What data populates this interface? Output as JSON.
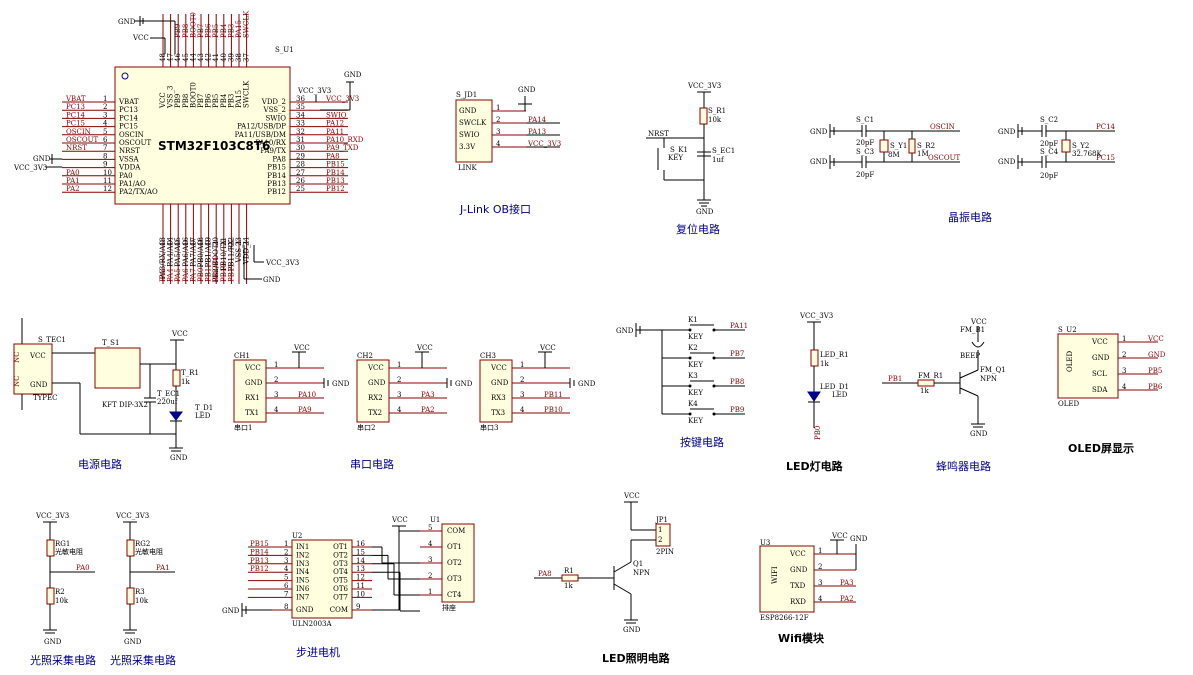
{
  "mcu": {
    "ref": "S_U1",
    "part": "STM32F103C8T6",
    "left_pins": [
      {
        "num": "1",
        "name": "VBAT",
        "net": "VBAT"
      },
      {
        "num": "2",
        "name": "PC13",
        "net": "PC13"
      },
      {
        "num": "3",
        "name": "PC14",
        "net": "PC14"
      },
      {
        "num": "4",
        "name": "PC15",
        "net": "PC15"
      },
      {
        "num": "5",
        "name": "OSCIN",
        "net": "OSCIN"
      },
      {
        "num": "6",
        "name": "OSCOUT",
        "net": "OSCOUT"
      },
      {
        "num": "7",
        "name": "NRST",
        "net": "NRST"
      },
      {
        "num": "8",
        "name": "VSSA",
        "net": "GND"
      },
      {
        "num": "9",
        "name": "VDDA",
        "net": "VCC_3V3"
      },
      {
        "num": "10",
        "name": "PA0",
        "net": "PA0"
      },
      {
        "num": "11",
        "name": "PA1/AO",
        "net": "PA1"
      },
      {
        "num": "12",
        "name": "PA2/TX/AO",
        "net": "PA2"
      }
    ],
    "right_pins": [
      {
        "num": "36",
        "name": "VDD_2",
        "net": "VCC_3V3"
      },
      {
        "num": "35",
        "name": "VSS_2",
        "net": ""
      },
      {
        "num": "34",
        "name": "SWIO",
        "net": "SWIO"
      },
      {
        "num": "33",
        "name": "PA12/USB/DP",
        "net": "PA12"
      },
      {
        "num": "32",
        "name": "PA11/USB/DM",
        "net": "PA11"
      },
      {
        "num": "31",
        "name": "PA10/RX",
        "net": "PA10_RXD"
      },
      {
        "num": "30",
        "name": "PA9/TX",
        "net": "PA9_TXD"
      },
      {
        "num": "29",
        "name": "PA8",
        "net": "PA8"
      },
      {
        "num": "28",
        "name": "PB15",
        "net": "PB15"
      },
      {
        "num": "27",
        "name": "PB14",
        "net": "PB14"
      },
      {
        "num": "26",
        "name": "PB13",
        "net": "PB13"
      },
      {
        "num": "25",
        "name": "PB12",
        "net": "PB12"
      }
    ],
    "top_pins": [
      {
        "num": "48",
        "name": "VCC"
      },
      {
        "num": "47",
        "name": "VSS_3"
      },
      {
        "num": "46",
        "name": "PB9"
      },
      {
        "num": "45",
        "name": "PB8"
      },
      {
        "num": "44",
        "name": "BOOT0"
      },
      {
        "num": "43",
        "name": "PB7"
      },
      {
        "num": "42",
        "name": "PB6"
      },
      {
        "num": "41",
        "name": "PB5"
      },
      {
        "num": "40",
        "name": "PB4"
      },
      {
        "num": "39",
        "name": "PB3"
      },
      {
        "num": "38",
        "name": "PA15"
      },
      {
        "num": "37",
        "name": "SWCLK"
      }
    ],
    "top_nets": [
      "",
      "",
      "PB9",
      "PB8",
      "BOOT0",
      "PB7",
      "PB6",
      "PB5",
      "PB4",
      "PB3",
      "PA15",
      "SWCLK"
    ],
    "bottom_pins": [
      {
        "num": "13",
        "name": "PA3/RX/AO"
      },
      {
        "num": "14",
        "name": "PA4/AO"
      },
      {
        "num": "15",
        "name": "PA5/AO"
      },
      {
        "num": "16",
        "name": "PA6/AO"
      },
      {
        "num": "17",
        "name": "PA7/AO"
      },
      {
        "num": "18",
        "name": "PB0/AO"
      },
      {
        "num": "19",
        "name": "PB1/AO"
      },
      {
        "num": "20",
        "name": "PB2/BOOT1"
      },
      {
        "num": "21",
        "name": "PB10/TX"
      },
      {
        "num": "22",
        "name": "PB11/RX"
      },
      {
        "num": "23",
        "name": "VSS_1"
      },
      {
        "num": "24",
        "name": "VDD_1"
      }
    ],
    "bottom_nets": [
      "PA3",
      "PA4",
      "PA5",
      "PA6",
      "PA7",
      "PB0",
      "PB1",
      "BOOT1",
      "PB10",
      "PB11",
      "",
      ""
    ],
    "gnd": "GND",
    "vcc": "VCC",
    "vcc3v3": "VCC_3V3",
    "swclk_top": "SWCLK"
  },
  "jlink": {
    "ref": "S_JD1",
    "part": "LINK",
    "pins": [
      {
        "num": "1",
        "name": "GND",
        "net": ""
      },
      {
        "num": "2",
        "name": "SWCLK",
        "net": "PA14"
      },
      {
        "num": "3",
        "name": "SWIO",
        "net": "PA13"
      },
      {
        "num": "4",
        "name": "3.3V",
        "net": "VCC_3V3"
      }
    ],
    "gnd": "GND",
    "title": "J-Link OB接口"
  },
  "reset": {
    "vcc": "VCC_3V3",
    "r_ref": "S_R1",
    "r_val": "10k",
    "net": "NRST",
    "k_ref": "S_K1",
    "k_val": "KEY",
    "c_ref": "S_EC1",
    "c_val": "1uf",
    "gnd": "GND",
    "title": "复位电路"
  },
  "crystal": {
    "gnd": "GND",
    "c1_ref": "S_C1",
    "c1_val": "20pF",
    "c3_ref": "S_C3",
    "c3_val": "20pF",
    "y1_ref": "S_Y1",
    "y1_val": "8M",
    "r2_ref": "S_R2",
    "r2_val": "1M",
    "osc_in": "OSCIN",
    "osc_out": "OSCOUT",
    "c2_ref": "S_C2",
    "c2_val": "20pF",
    "c4_ref": "S_C4",
    "c4_val": "20pF",
    "y2_ref": "S_Y2",
    "y2_val": "32.768K",
    "pc14": "PC14",
    "pc15": "PC15",
    "title": "晶振电路"
  },
  "power": {
    "ref": "S_TEC1",
    "part": "TYPEC",
    "nc": "NC",
    "vcc_pin": "VCC",
    "gnd_pin": "GND",
    "sw_ref": "T_S1",
    "sw_val": "KFT DIP-3X2",
    "vcc": "VCC",
    "r_ref": "T_R1",
    "r_val": "1k",
    "c_ref": "T_EC1",
    "c_val": "220uf",
    "d_ref": "T_D1",
    "d_val": "LED",
    "gnd": "GND",
    "title": "电源电路"
  },
  "uarts": [
    {
      "ref": "CH1",
      "label": "串口1",
      "vcc": "VCC",
      "gnd": "GND",
      "rx_net": "PA10",
      "tx_net": "PA9",
      "rx": "RX1",
      "tx": "TX1"
    },
    {
      "ref": "CH2",
      "label": "串口2",
      "vcc": "VCC",
      "gnd": "GND",
      "rx_net": "PA3",
      "tx_net": "PA2",
      "rx": "RX2",
      "tx": "TX2"
    },
    {
      "ref": "CH3",
      "label": "串口3",
      "vcc": "VCC",
      "gnd": "GND",
      "rx_net": "PB11",
      "tx_net": "PB10",
      "rx": "RX3",
      "tx": "TX3"
    }
  ],
  "uart_pins": [
    "VCC",
    "GND"
  ],
  "uart_title": "串口电路",
  "keys": {
    "gnd": "GND",
    "items": [
      {
        "ref": "K1",
        "val": "KEY",
        "net": "PA11"
      },
      {
        "ref": "K2",
        "val": "KEY",
        "net": "PB7"
      },
      {
        "ref": "K3",
        "val": "KEY",
        "net": "PB8"
      },
      {
        "ref": "K4",
        "val": "KEY",
        "net": "PB9"
      }
    ],
    "title": "按键电路"
  },
  "led": {
    "vcc": "VCC_3V3",
    "r_ref": "LED_R1",
    "r_val": "1k",
    "d_ref": "LED_D1",
    "d_val": "LED",
    "net": "PB0",
    "title": "LED灯电路"
  },
  "buzzer": {
    "vcc": "VCC",
    "b_ref": "FM_B1",
    "b_val": "BEEP",
    "q_ref": "FM_Q1",
    "q_val": "NPN",
    "r_ref": "FM_R1",
    "r_val": "1k",
    "net": "PB1",
    "gnd": "GND",
    "title": "蜂鸣器电路"
  },
  "oled": {
    "ref": "S_U2",
    "part": "OLED",
    "body": "OLED",
    "pins": [
      {
        "num": "1",
        "name": "VCC",
        "net": "VCC"
      },
      {
        "num": "2",
        "name": "GND",
        "net": "GND"
      },
      {
        "num": "3",
        "name": "SCL",
        "net": "PB5"
      },
      {
        "num": "4",
        "name": "SDA",
        "net": "PB6"
      }
    ],
    "title": "OLED屏显示"
  },
  "light_sensors": [
    {
      "vcc": "VCC_3V3",
      "rg_ref": "RG1",
      "rg_val": "光敏电阻",
      "net": "PA0",
      "r_ref": "R2",
      "r_val": "10k",
      "gnd": "GND",
      "title": "光照采集电路"
    },
    {
      "vcc": "VCC_3V3",
      "rg_ref": "RG2",
      "rg_val": "光敏电阻",
      "net": "PA1",
      "r_ref": "R3",
      "r_val": "10k",
      "gnd": "GND",
      "title": "光照采集电路"
    }
  ],
  "stepper": {
    "u2_ref": "U2",
    "u2_part": "ULN2003A",
    "inputs": [
      {
        "num": "1",
        "name": "IN1",
        "net": "PB15"
      },
      {
        "num": "2",
        "name": "IN2",
        "net": "PB14"
      },
      {
        "num": "3",
        "name": "IN3",
        "net": "PB13"
      },
      {
        "num": "4",
        "name": "IN4",
        "net": "PB12"
      },
      {
        "num": "5",
        "name": "IN5",
        "net": ""
      },
      {
        "num": "6",
        "name": "IN6",
        "net": ""
      },
      {
        "num": "7",
        "name": "IN7",
        "net": ""
      },
      {
        "num": "8",
        "name": "GND",
        "net": "GND"
      }
    ],
    "outputs": [
      {
        "num": "16",
        "name": "OT1"
      },
      {
        "num": "15",
        "name": "OT2"
      },
      {
        "num": "14",
        "name": "OT3"
      },
      {
        "num": "13",
        "name": "OT4"
      },
      {
        "num": "12",
        "name": "OT5"
      },
      {
        "num": "11",
        "name": "OT6"
      },
      {
        "num": "10",
        "name": "OT7"
      },
      {
        "num": "9",
        "name": "COM"
      }
    ],
    "u1_ref": "U1",
    "u1_part": "排座",
    "u1_pins": [
      {
        "num": "5",
        "name": "COM"
      },
      {
        "num": "4",
        "name": "OT1"
      },
      {
        "num": "3",
        "name": "OT2"
      },
      {
        "num": "2",
        "name": "OT3"
      },
      {
        "num": "1",
        "name": "CT4"
      }
    ],
    "vcc": "VCC",
    "gnd": "GND",
    "title": "步进电机"
  },
  "led_light": {
    "vcc": "VCC",
    "jp_ref": "JP1",
    "jp_val": "2PIN",
    "q_ref": "Q1",
    "q_val": "NPN",
    "r_ref": "R1",
    "r_val": "1k",
    "net": "PA8",
    "gnd": "GND",
    "pins": [
      "1",
      "2"
    ],
    "title": "LED照明电路"
  },
  "wifi": {
    "ref": "U3",
    "part": "ESP8266-12F",
    "body": "WIFI",
    "pins": [
      {
        "num": "1",
        "name": "VCC",
        "net": "VCC"
      },
      {
        "num": "2",
        "name": "GND",
        "net": "GND"
      },
      {
        "num": "3",
        "name": "TXD",
        "net": "PA3"
      },
      {
        "num": "4",
        "name": "RXD",
        "net": "PA2"
      }
    ],
    "title": "Wifi模块"
  }
}
